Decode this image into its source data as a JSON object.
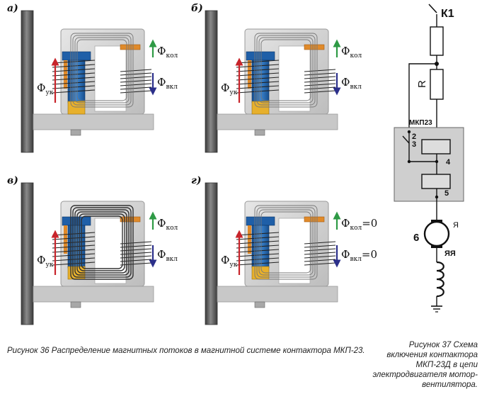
{
  "panels": [
    {
      "letter": "а)",
      "phi_uk": "Ф",
      "phi_uk_sub": "ук",
      "phi_kol": "Ф",
      "phi_kol_sub": "кол",
      "phi_vkl": "Ф",
      "phi_vkl_sub": "вкл",
      "phi_kol_value": "",
      "phi_vkl_value": ""
    },
    {
      "letter": "б)",
      "phi_uk": "Ф",
      "phi_uk_sub": "ук",
      "phi_kol": "Ф",
      "phi_kol_sub": "кол",
      "phi_vkl": "Ф",
      "phi_vkl_sub": "вкл",
      "phi_kol_value": "",
      "phi_vkl_value": ""
    },
    {
      "letter": "в)",
      "phi_uk": "Ф",
      "phi_uk_sub": "ук",
      "phi_kol": "Ф",
      "phi_kol_sub": "кол",
      "phi_vkl": "Ф",
      "phi_vkl_sub": "вкл",
      "phi_kol_value": "",
      "phi_vkl_value": ""
    },
    {
      "letter": "г)",
      "phi_uk": "Ф",
      "phi_uk_sub": "ук",
      "phi_kol": "Ф",
      "phi_kol_sub": "кол",
      "phi_vkl": "Ф",
      "phi_vkl_sub": "вкл",
      "phi_kol_value": "=0",
      "phi_vkl_value": "=0"
    }
  ],
  "schematic": {
    "switch_label": "К1",
    "resistor_label": "R",
    "device_label": "МКП23",
    "terminal_2": "2",
    "terminal_3": "3",
    "terminal_4": "4",
    "terminal_5": "5",
    "motor_number": "6",
    "motor_terminal_top": "Я",
    "motor_terminal_bottom": "ЯЯ"
  },
  "captions": {
    "figure36": "Рисунок 36   Распределение магнитных потоков в магнитной системе контактора МКП-23.",
    "figure37": "Рисунок 37  Схема включения контактора МКП-23Д в цепи электродвигателя мотор-вентилятора."
  },
  "colors": {
    "core_blue": "#1f5fa8",
    "coil_orange": "#e08a2a",
    "arrow_red": "#c8242b",
    "arrow_green": "#2e9a45",
    "arrow_navy": "#2b2f8a",
    "frame_gray": "#d4d4d4",
    "bar_dark": "#555555",
    "box_gray": "#cfcfcf"
  }
}
